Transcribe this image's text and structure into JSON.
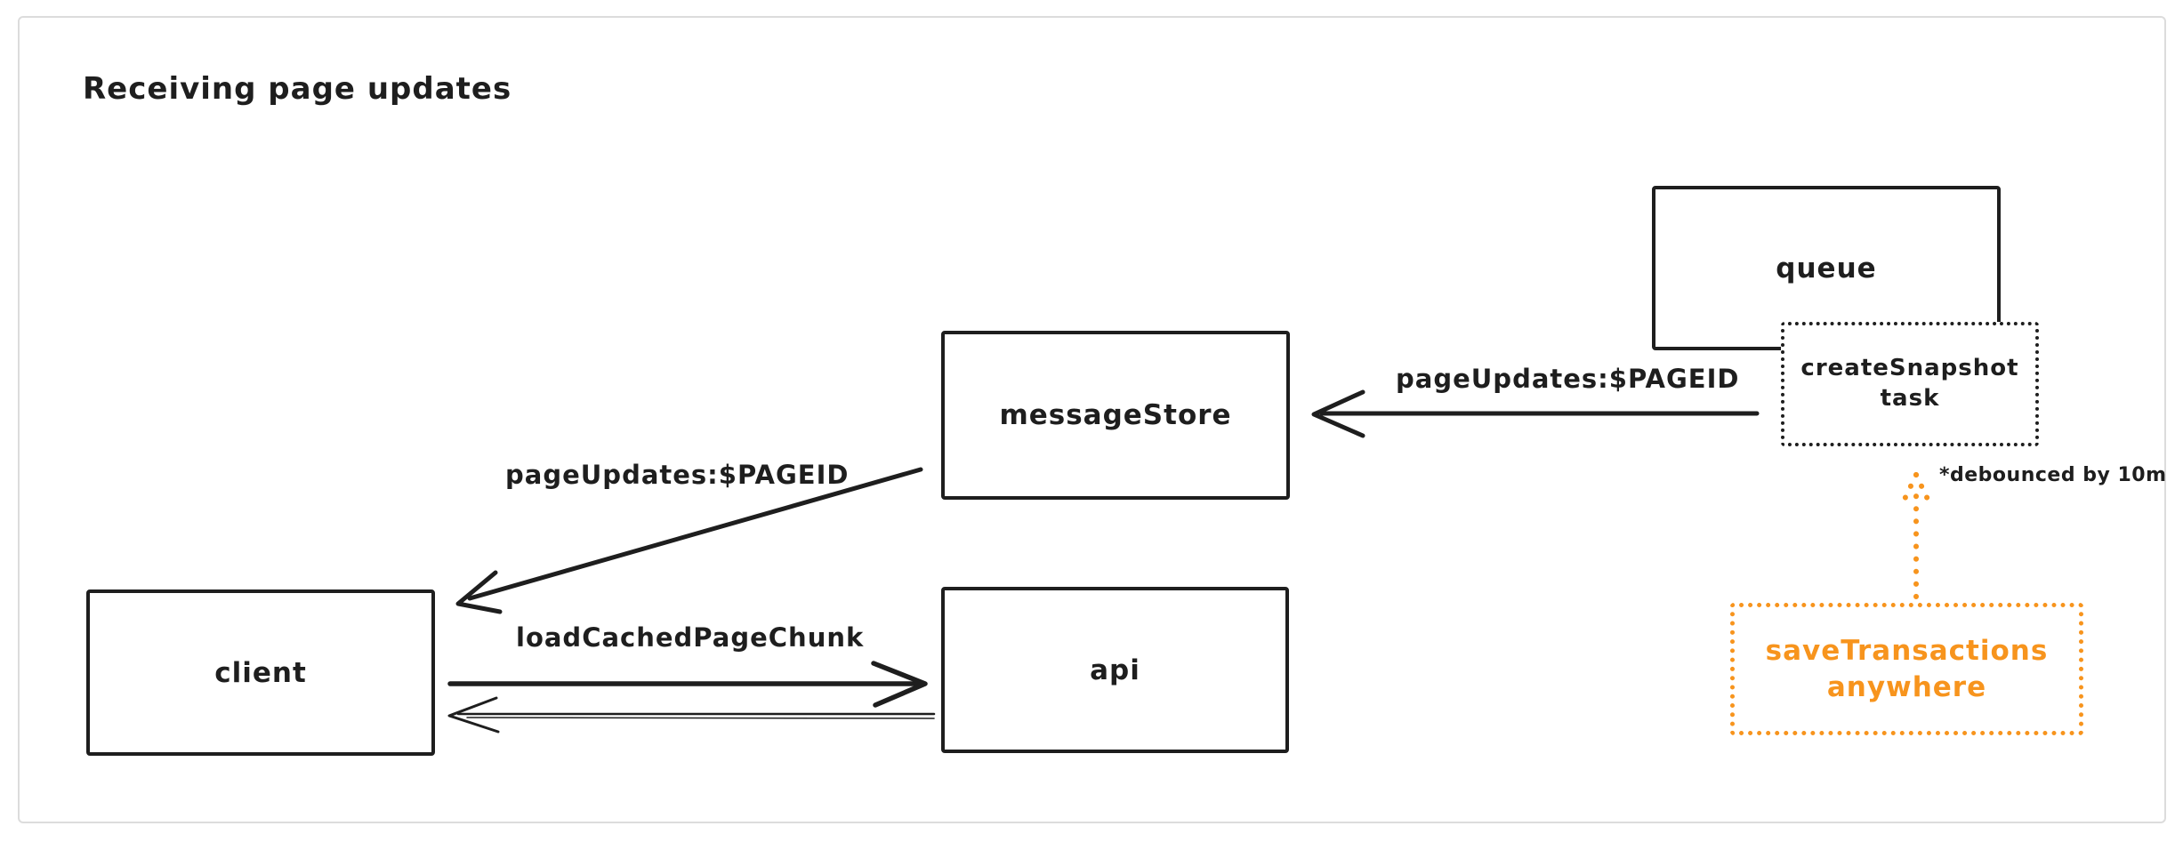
{
  "diagram": {
    "title": "Receiving page updates",
    "nodes": {
      "queue": {
        "label": "queue"
      },
      "create_snapshot_task": {
        "line1": "createSnapshot",
        "line2": "task"
      },
      "message_store": {
        "label": "messageStore"
      },
      "client": {
        "label": "client"
      },
      "api": {
        "label": "api"
      },
      "save_transactions": {
        "line1": "saveTransactions",
        "line2": "anywhere"
      }
    },
    "edges": {
      "create_snapshot_to_message_store": {
        "label": "pageUpdates:$PAGEID",
        "direction": "left"
      },
      "message_store_to_client": {
        "label": "pageUpdates:$PAGEID",
        "direction": "down-left"
      },
      "client_to_api": {
        "label": "loadCachedPageChunk",
        "direction": "right"
      },
      "api_to_client": {
        "label": "",
        "direction": "left"
      },
      "save_transactions_to_create_snapshot": {
        "label": "",
        "direction": "up",
        "style": "dotted-orange"
      }
    },
    "annotations": {
      "debounce_note": "*debounced by 10m"
    },
    "colors": {
      "stroke": "#1e1e1e",
      "orange": "#f7941d",
      "frame_border": "#dcdcdc",
      "background": "#ffffff"
    }
  }
}
